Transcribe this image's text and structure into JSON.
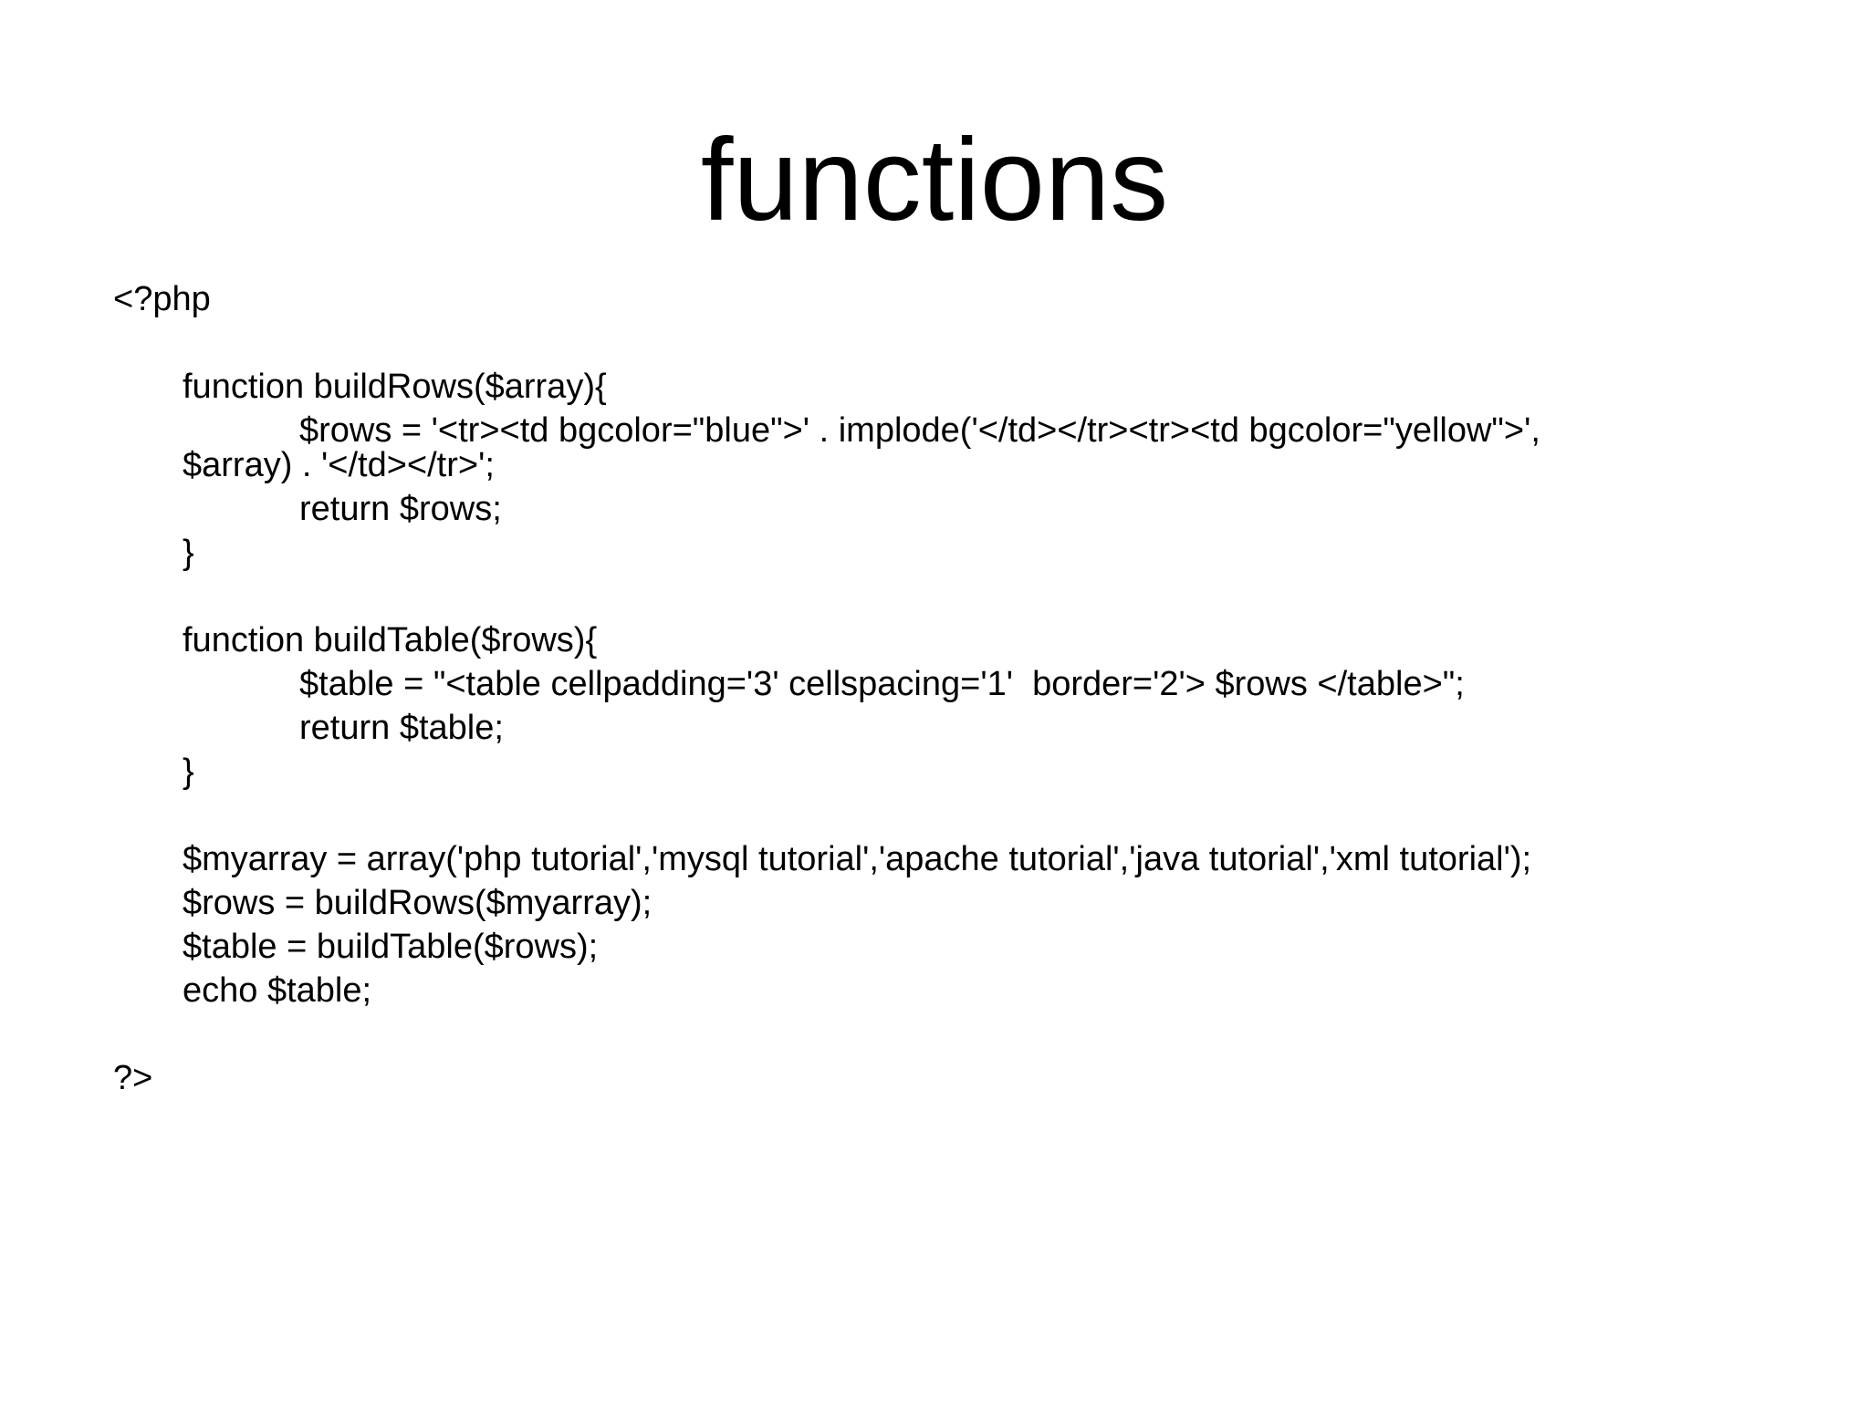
{
  "slide": {
    "title": "functions",
    "code": {
      "open_tag": "<?php",
      "build_rows": {
        "signature": "function buildRows($array){",
        "line1": "$rows = '<tr><td bgcolor=\"blue\">' . implode('</td></tr><tr><td bgcolor=\"yellow\">',",
        "line1_cont": "$array) . '</td></tr>';",
        "line2": "return $rows;",
        "close": "}"
      },
      "build_table": {
        "signature": "function buildTable($rows){",
        "line1": "$table = \"<table cellpadding='3' cellspacing='1'  border='2'> $rows </table>\";",
        "line2": "return $table;",
        "close": "}"
      },
      "main": {
        "line1": "$myarray = array('php tutorial','mysql tutorial','apache tutorial','java tutorial','xml tutorial');",
        "line2": "$rows = buildRows($myarray);",
        "line3": "$table = buildTable($rows);",
        "line4": "echo $table;"
      },
      "close_tag": "?>"
    }
  }
}
